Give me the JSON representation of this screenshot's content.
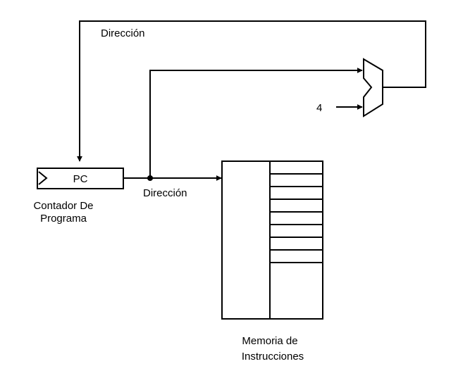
{
  "diagram": {
    "pc_register": {
      "label": "PC"
    },
    "pc_caption": {
      "line1": "Contador De",
      "line2": "Programa"
    },
    "address_top_label": "Dirección",
    "address_bottom_label": "Dirección",
    "adder_constant": "4",
    "memory_caption": {
      "line1": "Memoria de",
      "line2": "Instrucciones"
    },
    "memory_rows": 8,
    "stroke_color": "#000000",
    "background_color": "#ffffff"
  }
}
